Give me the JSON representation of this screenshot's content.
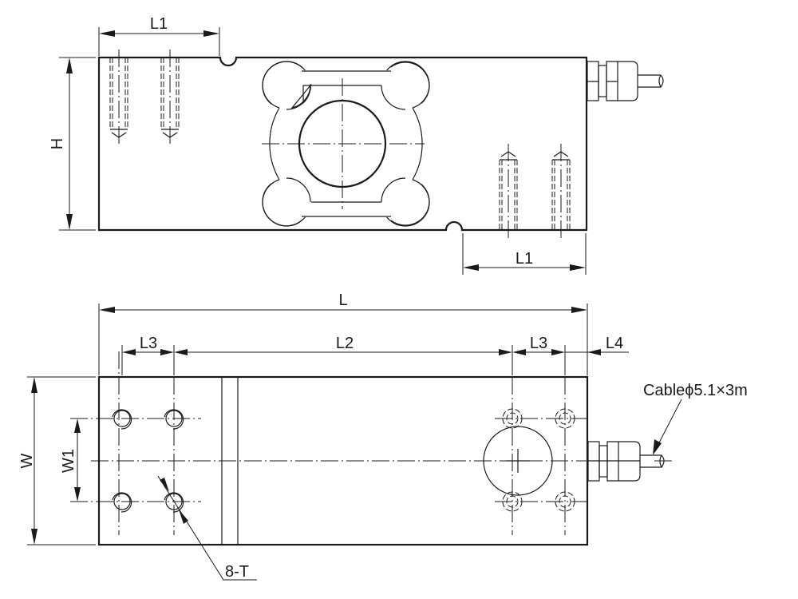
{
  "drawing": {
    "subject": "Single point load cell outline drawing",
    "views": [
      "side-view",
      "top-view"
    ],
    "labels": {
      "l1_top": "L1",
      "l1_bottom": "L1",
      "height": "H",
      "length": "L",
      "l2": "L2",
      "l3_left": "L3",
      "l3_right": "L3",
      "l4": "L4",
      "width": "W",
      "w1": "W1",
      "holes": "8-T",
      "cable": "Cableϕ5.1×3m"
    },
    "colors": {
      "line": "#1a1a1a",
      "background": "#ffffff"
    }
  }
}
